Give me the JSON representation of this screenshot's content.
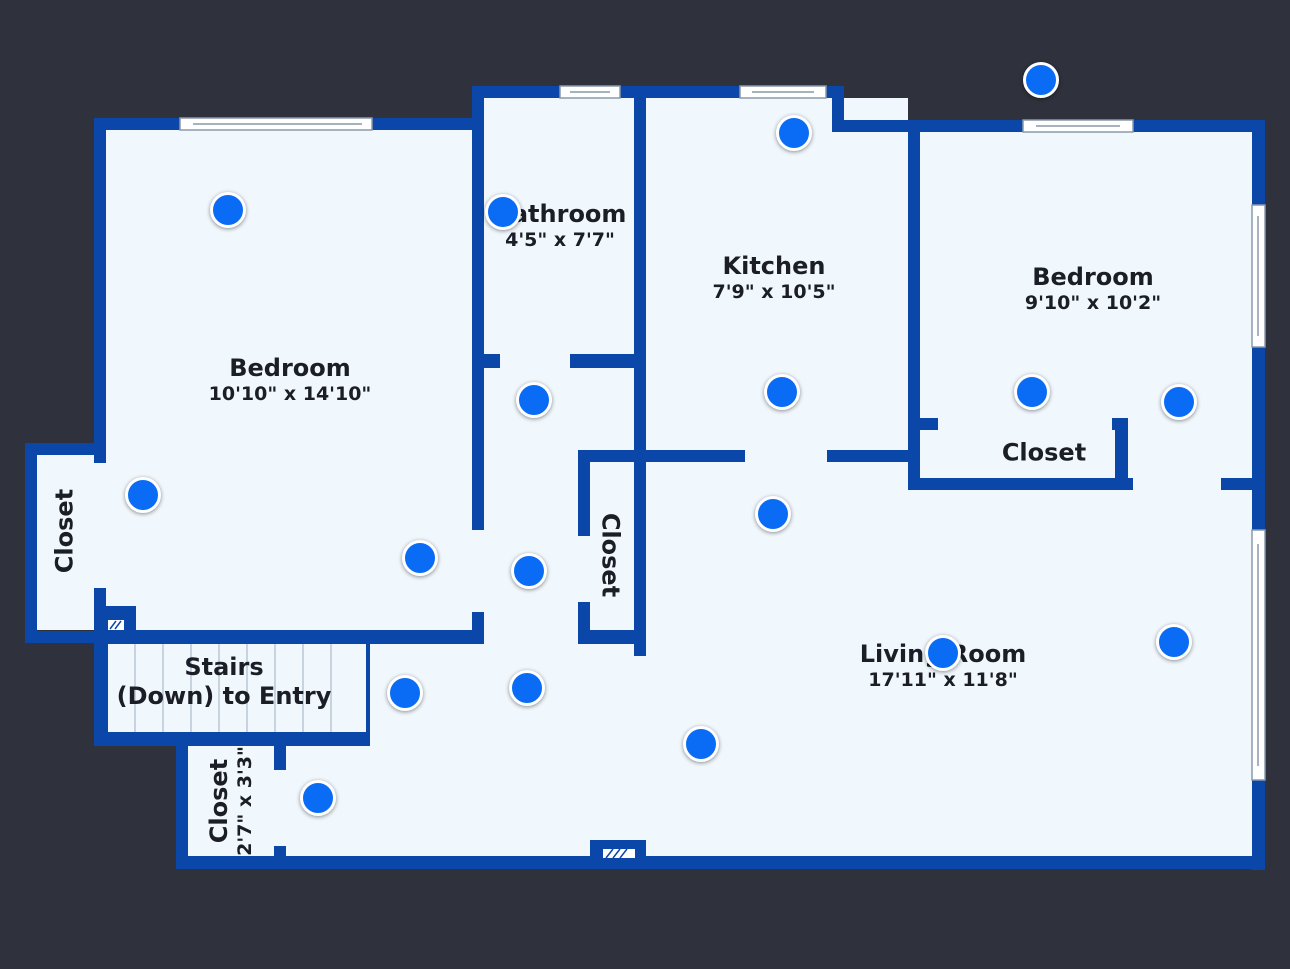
{
  "colors": {
    "background": "#2f313d",
    "wall": "#0a47a8",
    "floor": "#f1f8fd",
    "hotspot": "#0a6cf5"
  },
  "rooms": {
    "bedroom_left": {
      "name": "Bedroom",
      "dims": "10'10\" x 14'10\""
    },
    "bathroom": {
      "name": "Bathroom",
      "dims": "4'5\" x 7'7\""
    },
    "kitchen": {
      "name": "Kitchen",
      "dims": "7'9\" x 10'5\""
    },
    "bedroom_right": {
      "name": "Bedroom",
      "dims": "9'10\" x 10'2\""
    },
    "closet_left": {
      "name": "Closet"
    },
    "closet_middle": {
      "name": "Closet"
    },
    "closet_right": {
      "name": "Closet"
    },
    "closet_small": {
      "name": "Closet",
      "dims": "2'7\" x 3'3\""
    },
    "stairs": {
      "line1": "Stairs",
      "line2": "(Down) to Entry"
    },
    "living_room": {
      "name": "Living Room",
      "dims": "17'11\" x 11'8\""
    }
  },
  "hotspots": [
    {
      "id": "outside-top",
      "icon": "pano-marker"
    },
    {
      "id": "kitchen-top"
    },
    {
      "id": "bedroom-left-top"
    },
    {
      "id": "bathroom"
    },
    {
      "id": "hall-top"
    },
    {
      "id": "kitchen-center"
    },
    {
      "id": "bedroom-right-left"
    },
    {
      "id": "bedroom-right-right"
    },
    {
      "id": "bedroom-left-closet"
    },
    {
      "id": "bedroom-left-bottom"
    },
    {
      "id": "hall-middle"
    },
    {
      "id": "living-top"
    },
    {
      "id": "living-center"
    },
    {
      "id": "living-right"
    },
    {
      "id": "entry-left"
    },
    {
      "id": "entry-right"
    },
    {
      "id": "living-bottom"
    },
    {
      "id": "closet-small"
    }
  ]
}
